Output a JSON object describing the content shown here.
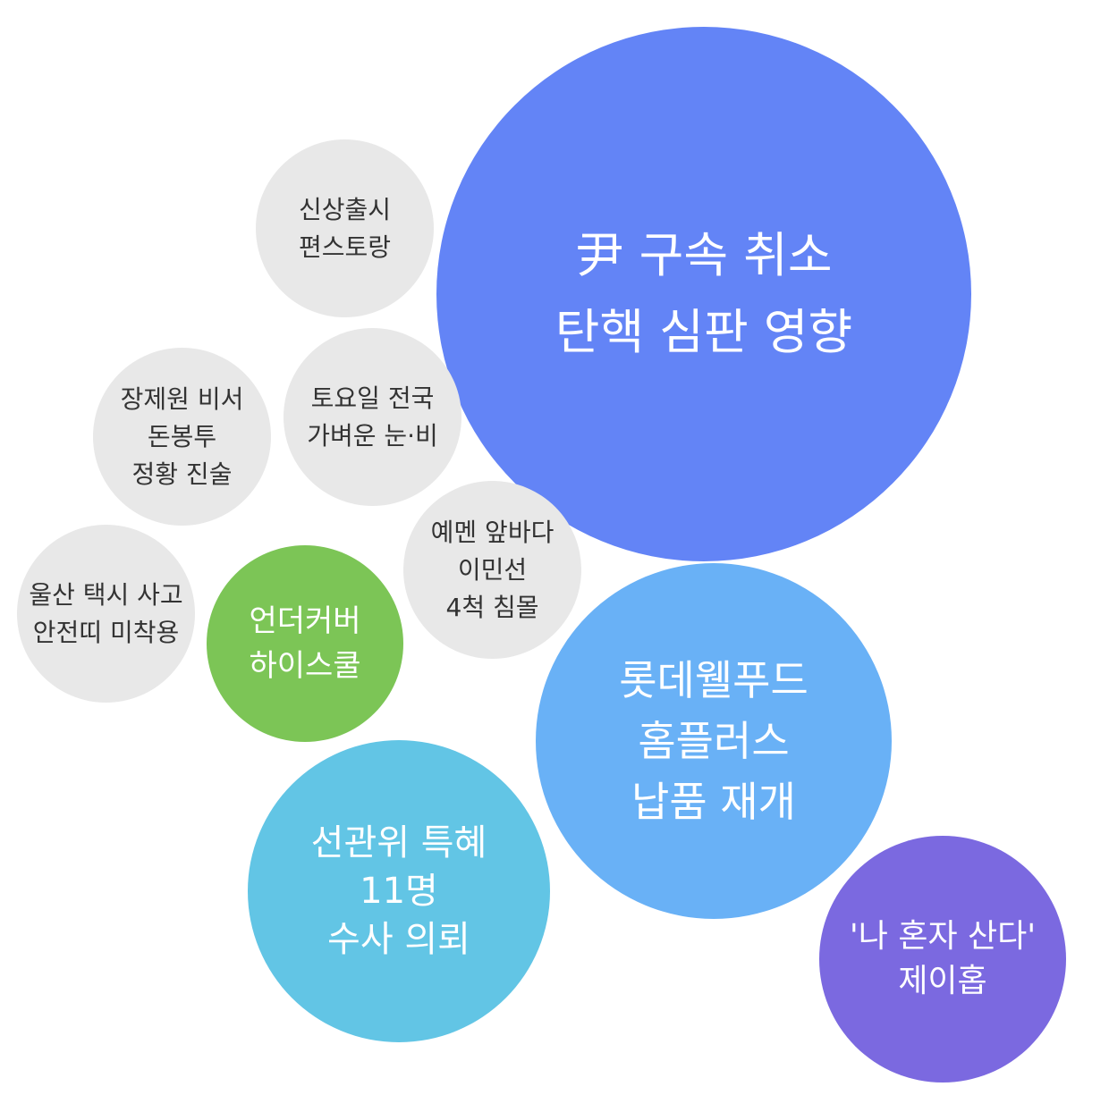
{
  "colors": {
    "main": "#6384f6",
    "lotte": "#69b1f6",
    "election": "#62c5e5",
    "solo": "#7b69e0",
    "green": "#7cc556",
    "gray": "#e8e8e8",
    "gray_text": "#333333"
  },
  "bubbles": {
    "main": {
      "lines": [
        "尹 구속 취소",
        "탄핵 심판 영향"
      ]
    },
    "sinsang": {
      "lines": [
        "신상출시",
        "편스토랑"
      ]
    },
    "weather": {
      "lines": [
        "토요일 전국",
        "가벼운 눈·비"
      ]
    },
    "jang": {
      "lines": [
        "장제원 비서",
        "돈봉투",
        "정황 진술"
      ]
    },
    "yemen": {
      "lines": [
        "예멘 앞바다",
        "이민선",
        "4척 침몰"
      ]
    },
    "ulsan": {
      "lines": [
        "울산 택시 사고",
        "안전띠 미착용"
      ]
    },
    "undercover": {
      "lines": [
        "언더커버",
        "하이스쿨"
      ]
    },
    "lotte": {
      "lines": [
        "롯데웰푸드",
        "홈플러스",
        "납품 재개"
      ]
    },
    "election": {
      "lines": [
        "선관위 특혜",
        "11명",
        "수사 의뢰"
      ]
    },
    "solo": {
      "lines": [
        "'나 혼자 산다'",
        "제이홉"
      ]
    }
  }
}
